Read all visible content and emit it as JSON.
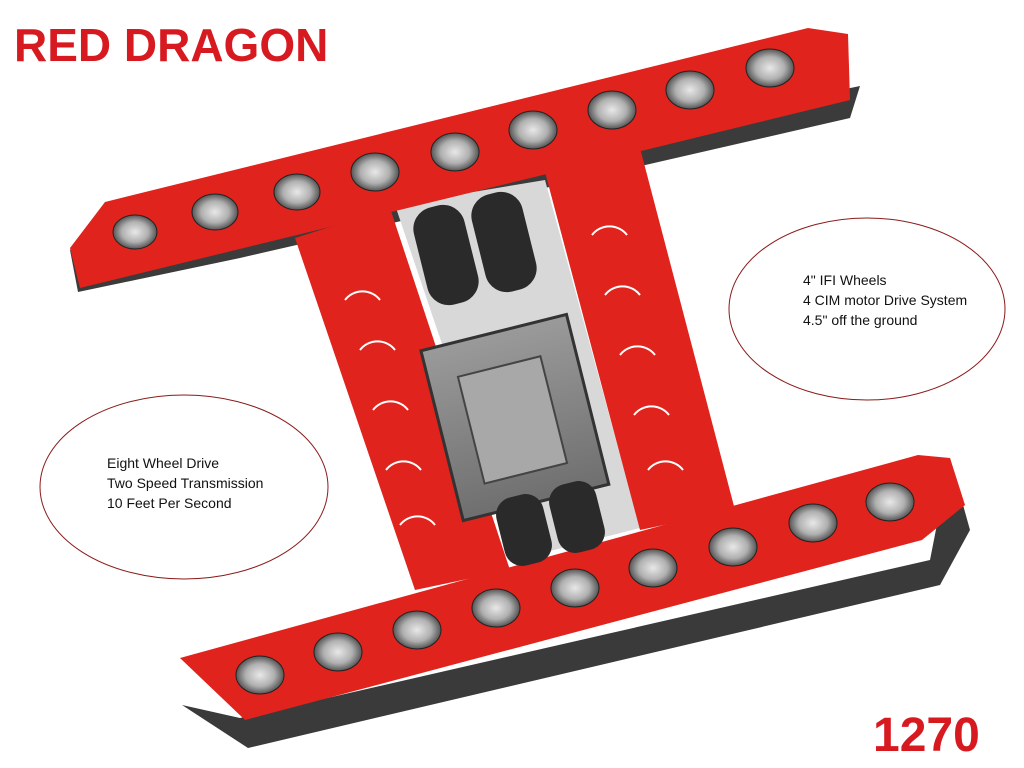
{
  "title": "RED DRAGON",
  "team_number": "1270",
  "notes": {
    "left": [
      "Eight Wheel Drive",
      "Two Speed Transmission",
      "10 Feet Per Second"
    ],
    "right": [
      "4\" IFI Wheels",
      "4 CIM motor Drive System",
      "4.5\" off the ground"
    ]
  },
  "colors": {
    "brand_red": "#d71920",
    "frame_red": "#e0231c",
    "dark_side": "#3a3a3a",
    "ellipse_stroke": "#8b1a1a"
  }
}
